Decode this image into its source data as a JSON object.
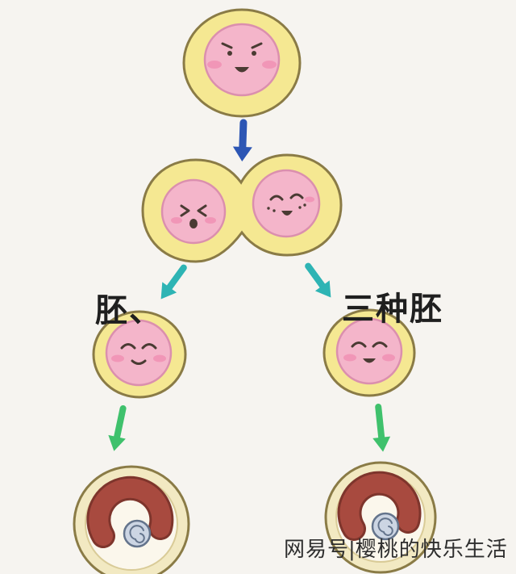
{
  "watermark": {
    "left_fragment": "胚、",
    "right_fragment": "三种胚"
  },
  "credit": {
    "source": "网易号",
    "separator": "|",
    "author": "樱桃的快乐生活"
  },
  "colors": {
    "background": "#f6f4f0",
    "cell_body": "#f5e892",
    "cell_outline": "#8a7b46",
    "nucleus": "#f4b5ca",
    "nucleus_outline": "#db8fae",
    "blush": "#f08cb0",
    "face": "#4a3b33",
    "arrow_blue": "#2d56b4",
    "arrow_teal": "#2eb4b4",
    "arrow_green": "#3fc16c",
    "embryo_ring": "#f2e9c2",
    "embryo_inner": "#fbf7ec",
    "embryo_inner_outline": "#d9cb97",
    "embryo_body": "#a84a3f",
    "embryo_body_dark": "#7e352c",
    "fetus_fill": "#ccd5e3",
    "fetus_outline": "#64748c",
    "watermark_text": "#1f1f1f",
    "credit_text": "#2e2e2e"
  }
}
